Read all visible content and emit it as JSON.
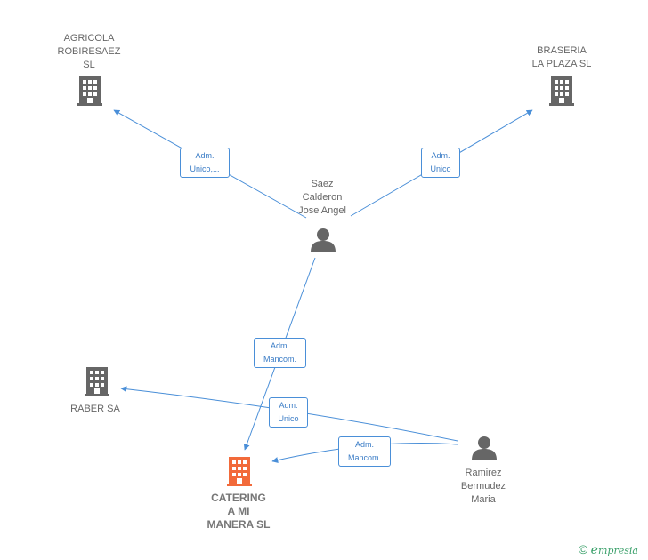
{
  "nodes": {
    "agricola": {
      "label": "AGRICOLA\nROBIRESAEZ\nSL"
    },
    "braseria": {
      "label": "BRASERIA\nLA PLAZA  SL"
    },
    "saez": {
      "label": "Saez\nCalderon\nJose Angel"
    },
    "raber": {
      "label": "RABER SA"
    },
    "catering": {
      "label": "CATERING\nA MI\nMANERA  SL"
    },
    "ramirez": {
      "label": "Ramirez\nBermudez\nMaria"
    }
  },
  "edges": {
    "saez_agricola": {
      "label": "Adm.\nUnico,..."
    },
    "saez_braseria": {
      "label": "Adm.\nUnico"
    },
    "saez_catering": {
      "label": "Adm.\nMancom."
    },
    "ramirez_raber": {
      "label": "Adm.\nUnico"
    },
    "ramirez_catering": {
      "label": "Adm.\nMancom."
    }
  },
  "footer": {
    "copyright_symbol": "©",
    "brand": "mpresia",
    "brand_initial": "e"
  },
  "colors": {
    "company": "#666666",
    "highlight": "#f26a3a",
    "person": "#666666",
    "edge": "#4a8fd8"
  }
}
